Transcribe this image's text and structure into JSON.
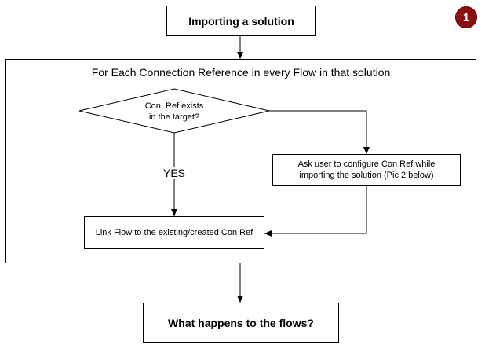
{
  "badge": "1",
  "nodes": {
    "start": "Importing a solution",
    "loop": "For Each Connection Reference in every Flow in that solution",
    "decision_line1": "Con. Ref exists",
    "decision_line2": "in the target?",
    "ask_line1": "Ask user to configure Con Ref while",
    "ask_line2": "importing the solution (Pic 2 below)",
    "link": "Link Flow to the existing/created Con Ref",
    "end": "What happens to the flows?"
  },
  "edges": {
    "yes_label": "YES"
  }
}
